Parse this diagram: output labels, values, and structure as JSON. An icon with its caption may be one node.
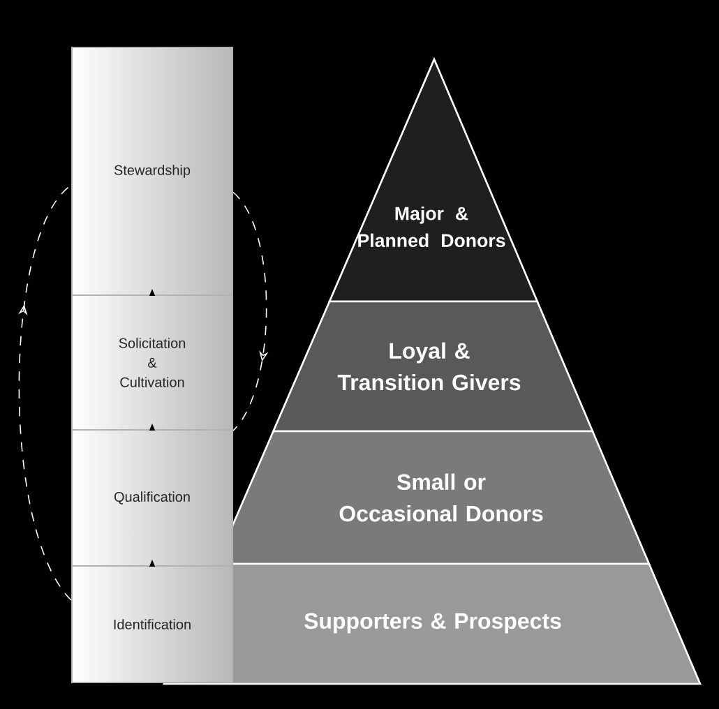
{
  "diagram": {
    "nodes": [
      {
        "text": [
          "Stewardship"
        ]
      },
      {
        "text": [
          "Solicitation & Cultivation"
        ]
      },
      {
        "text": [
          "Qualification"
        ]
      },
      {
        "text": [
          "Identification"
        ]
      },
      {
        "text": [
          "Major & Planned Donors"
        ]
      },
      {
        "text": [
          "Loyal & Transition Givers"
        ]
      },
      {
        "text": [
          "Small or Occasional Donors"
        ]
      },
      {
        "text": [
          "Supporters & Prospects"
        ]
      }
    ],
    "edges": [
      {
        "from": 3,
        "to": 2,
        "arrow": "to"
      },
      {
        "from": 2,
        "to": 1,
        "arrow": "to"
      },
      {
        "from": 1,
        "to": 0,
        "arrow": "to"
      },
      {
        "from": 3,
        "to": 0,
        "arrow": "to",
        "style": "dashed",
        "color": "#ffffff"
      },
      {
        "from": 0,
        "to": 1,
        "arrow": "to",
        "style": "dashed",
        "color": "#ffffff"
      }
    ]
  }
}
